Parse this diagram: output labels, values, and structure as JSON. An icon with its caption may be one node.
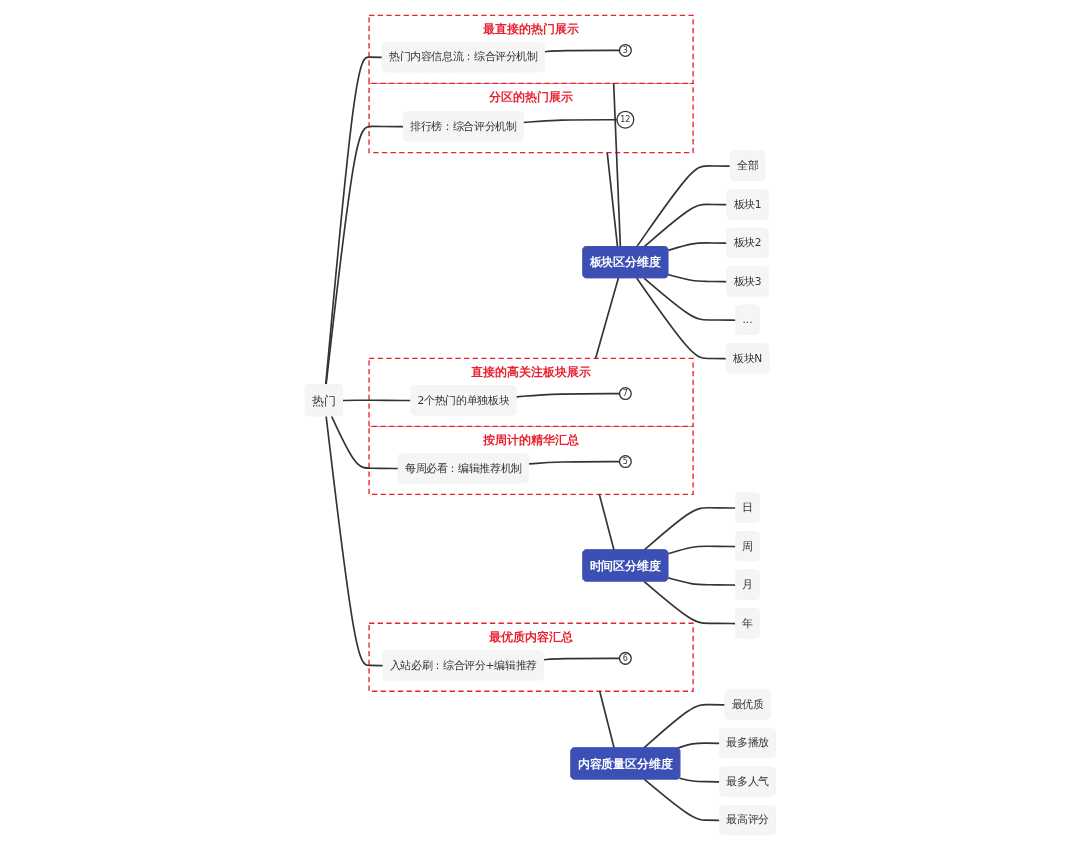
{
  "diagram": {
    "nodes": [
      {
        "text": [
          "热门"
        ]
      },
      {
        "text": [
          "最直接的热门展示"
        ]
      },
      {
        "text": [
          "热门内容信息流：综合评分机制"
        ],
        "in": 1
      },
      {
        "text": [
          "3"
        ],
        "in": 1
      },
      {
        "text": [
          "分区的热门展示"
        ]
      },
      {
        "text": [
          "排行榜：综合评分机制"
        ],
        "in": 4
      },
      {
        "text": [
          "12"
        ],
        "in": 4
      },
      {
        "text": [
          "直接的高关注板块展示"
        ]
      },
      {
        "text": [
          "2个热门的单独板块"
        ],
        "in": 7
      },
      {
        "text": [
          "7"
        ],
        "in": 7
      },
      {
        "text": [
          "按周计的精华汇总"
        ]
      },
      {
        "text": [
          "每周必看：编辑推荐机制"
        ],
        "in": 10
      },
      {
        "text": [
          "5"
        ],
        "in": 10
      },
      {
        "text": [
          "最优质内容汇总"
        ]
      },
      {
        "text": [
          "入站必刷：综合评分+编辑推荐"
        ],
        "in": 13
      },
      {
        "text": [
          "6"
        ],
        "in": 13
      },
      {
        "text": [
          "板块区分维度"
        ]
      },
      {
        "text": [
          "全部"
        ]
      },
      {
        "text": [
          "板块1"
        ]
      },
      {
        "text": [
          "板块2"
        ]
      },
      {
        "text": [
          "板块3"
        ]
      },
      {
        "text": [
          "..."
        ]
      },
      {
        "text": [
          "板块N"
        ]
      },
      {
        "text": [
          "时间区分维度"
        ]
      },
      {
        "text": [
          "日"
        ]
      },
      {
        "text": [
          "周"
        ]
      },
      {
        "text": [
          "月"
        ]
      },
      {
        "text": [
          "年"
        ]
      },
      {
        "text": [
          "内容质量区分维度"
        ]
      },
      {
        "text": [
          "最优质"
        ]
      },
      {
        "text": [
          "最多播放"
        ]
      },
      {
        "text": [
          "最多人气"
        ]
      },
      {
        "text": [
          "最高评分"
        ]
      }
    ],
    "edges": [
      {
        "from": 0,
        "to": 2,
        "arrow": "none"
      },
      {
        "from": 0,
        "to": 5,
        "arrow": "none"
      },
      {
        "from": 0,
        "to": 8,
        "arrow": "none"
      },
      {
        "from": 0,
        "to": 11,
        "arrow": "none"
      },
      {
        "from": 0,
        "to": 14,
        "arrow": "none"
      },
      {
        "from": 2,
        "to": 3,
        "arrow": "none"
      },
      {
        "from": 5,
        "to": 6,
        "arrow": "none"
      },
      {
        "from": 8,
        "to": 9,
        "arrow": "none"
      },
      {
        "from": 11,
        "to": 12,
        "arrow": "none"
      },
      {
        "from": 14,
        "to": 15,
        "arrow": "none"
      },
      {
        "from": 1,
        "to": 16,
        "arrow": "none"
      },
      {
        "from": 4,
        "to": 16,
        "arrow": "none"
      },
      {
        "from": 7,
        "to": 16,
        "arrow": "none"
      },
      {
        "from": 10,
        "to": 23,
        "arrow": "none"
      },
      {
        "from": 13,
        "to": 28,
        "arrow": "none"
      },
      {
        "from": 16,
        "to": 17,
        "arrow": "none"
      },
      {
        "from": 16,
        "to": 18,
        "arrow": "none"
      },
      {
        "from": 16,
        "to": 19,
        "arrow": "none"
      },
      {
        "from": 16,
        "to": 20,
        "arrow": "none"
      },
      {
        "from": 16,
        "to": 21,
        "arrow": "none"
      },
      {
        "from": 16,
        "to": 22,
        "arrow": "none"
      },
      {
        "from": 23,
        "to": 24,
        "arrow": "none"
      },
      {
        "from": 23,
        "to": 25,
        "arrow": "none"
      },
      {
        "from": 23,
        "to": 26,
        "arrow": "none"
      },
      {
        "from": 23,
        "to": 27,
        "arrow": "none"
      },
      {
        "from": 28,
        "to": 29,
        "arrow": "none"
      },
      {
        "from": 28,
        "to": 30,
        "arrow": "none"
      },
      {
        "from": 28,
        "to": 31,
        "arrow": "none"
      },
      {
        "from": 28,
        "to": 32,
        "arrow": "none"
      }
    ]
  }
}
